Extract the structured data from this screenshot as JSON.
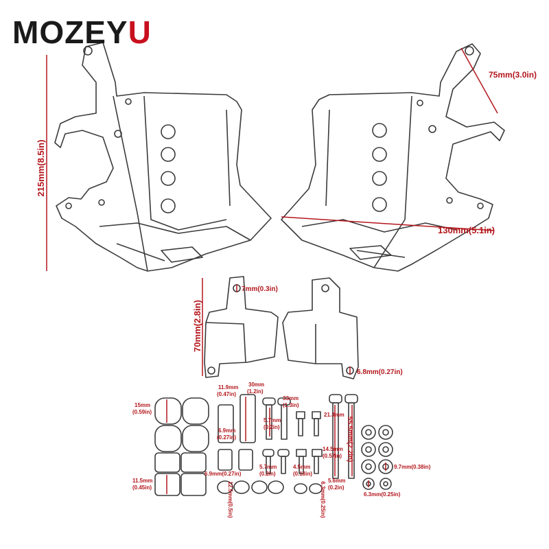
{
  "brand": {
    "first": "MOZEY",
    "last": "U"
  },
  "colors": {
    "dimension": "#b3161c",
    "brand_accent": "#c8101e",
    "line": "#3a3a3a"
  },
  "dimensions": {
    "height_main": "215mm(8.5in)",
    "tab_width": "75mm(3.0in)",
    "base_width": "130mm(5.1in)",
    "bracket_height": "70mm(2.8in)",
    "bracket_hole_top": "7mm(0.3in)",
    "bracket_hole_bottom": "6.8mm(0.27in)",
    "pad_size": "15mm",
    "pad_size_in": "(0.59in)",
    "pad_small": "11.5mm",
    "pad_small_in": "(0.45in)",
    "spacer_a": "11.9mm",
    "spacer_a_in": "(0.47in)",
    "spacer_b": "30mm",
    "spacer_b_in": "(1.2in)",
    "spacer_c": "6.9mm",
    "spacer_c_in": "(0.27in)",
    "spacer_d": "6.9mm(0.27in)",
    "bolt_a": "33mm",
    "bolt_a_in": "(1.3in)",
    "bolt_b": "5.7mm",
    "bolt_b_in": "(0.2in)",
    "bolt_c": "55.5mm(2.2in)",
    "bolt_d": "21.3mm",
    "bolt_e": "5.6mm",
    "bolt_e_in": "(0.2in)",
    "washer_a": "9.7mm(0.38in)",
    "washer_b": "6.3mm(0.25in)",
    "washer_c": "12.5mm(0.5in)",
    "washer_d": "6.3mm(0.25in)",
    "nut_a": "4.5mm",
    "nut_a_in": "(0.18in)",
    "nut_b": "14.5mm",
    "nut_b_in": "(0.57in)"
  }
}
